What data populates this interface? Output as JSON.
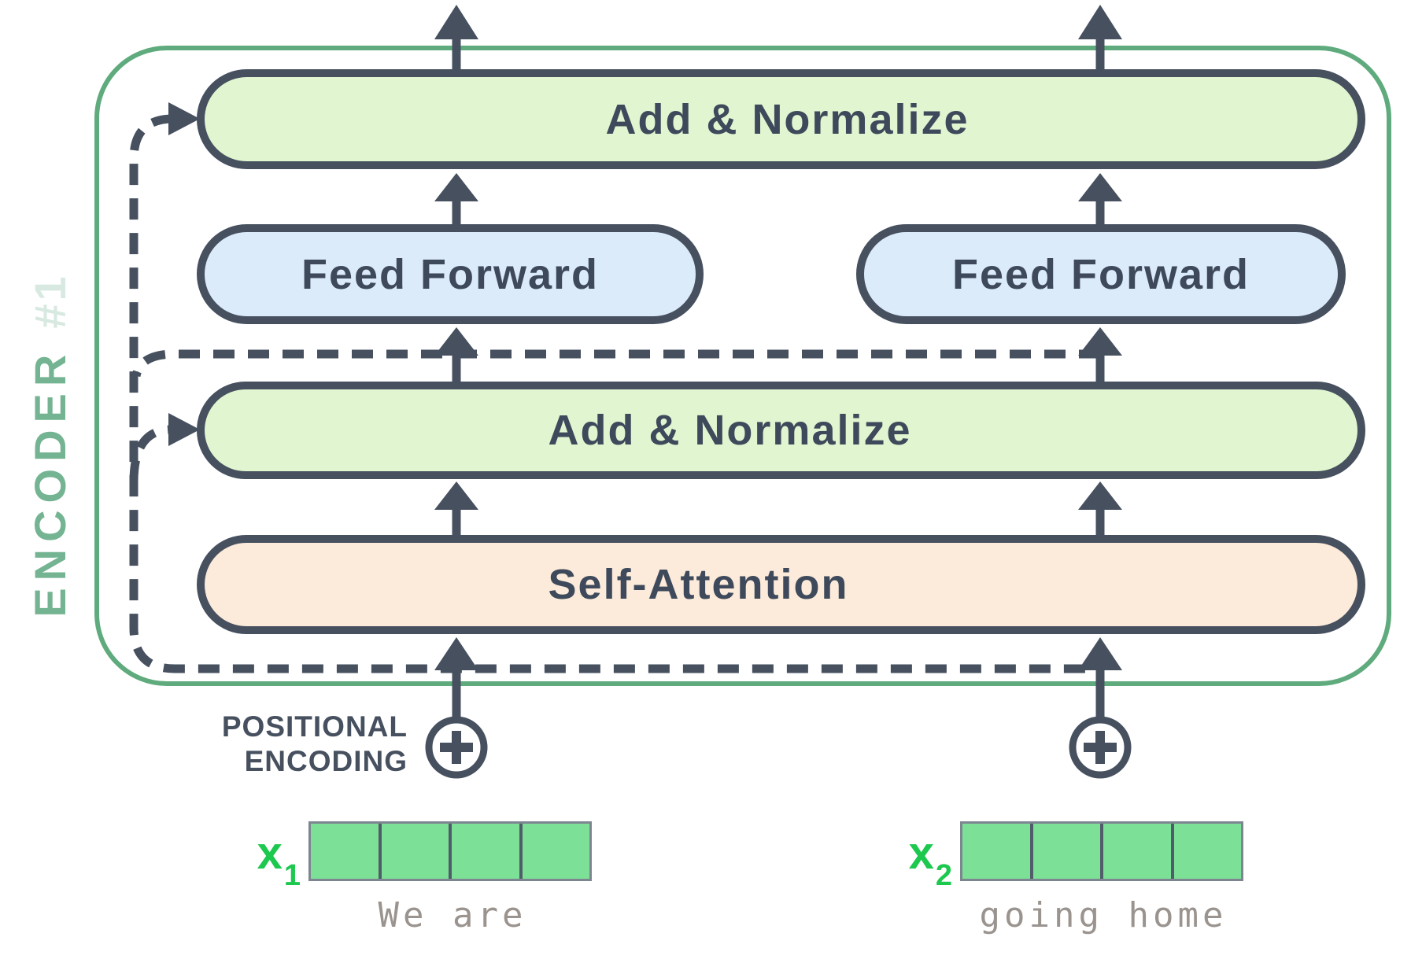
{
  "encoder": {
    "label": "ENCODER",
    "number": "#1"
  },
  "blocks": {
    "add_normalize_top": "Add & Normalize",
    "feed_forward_left": "Feed Forward",
    "feed_forward_right": "Feed Forward",
    "add_normalize_mid": "Add & Normalize",
    "self_attention": "Self-Attention"
  },
  "positional_encoding": {
    "line1": "POSITIONAL",
    "line2": "ENCODING",
    "symbol": "+"
  },
  "inputs": [
    {
      "label": "x",
      "subscript": "1",
      "words": "We are",
      "cells": 4
    },
    {
      "label": "x",
      "subscript": "2",
      "words": "going home",
      "cells": 4
    }
  ],
  "colors": {
    "encoder_border": "#5fab7d",
    "encoder_label": "#74b492",
    "block_border": "#46505f",
    "block_text": "#3e4a5b",
    "add_normalize_fill": "#e1f6d0",
    "feed_forward_fill": "#dcebfa",
    "self_attention_fill": "#fceada",
    "arrow_and_dash": "#46505f",
    "vector_cell_fill": "#7ce096",
    "x_label_green": "#1dc84f",
    "word_text_gray": "#9a938e"
  }
}
